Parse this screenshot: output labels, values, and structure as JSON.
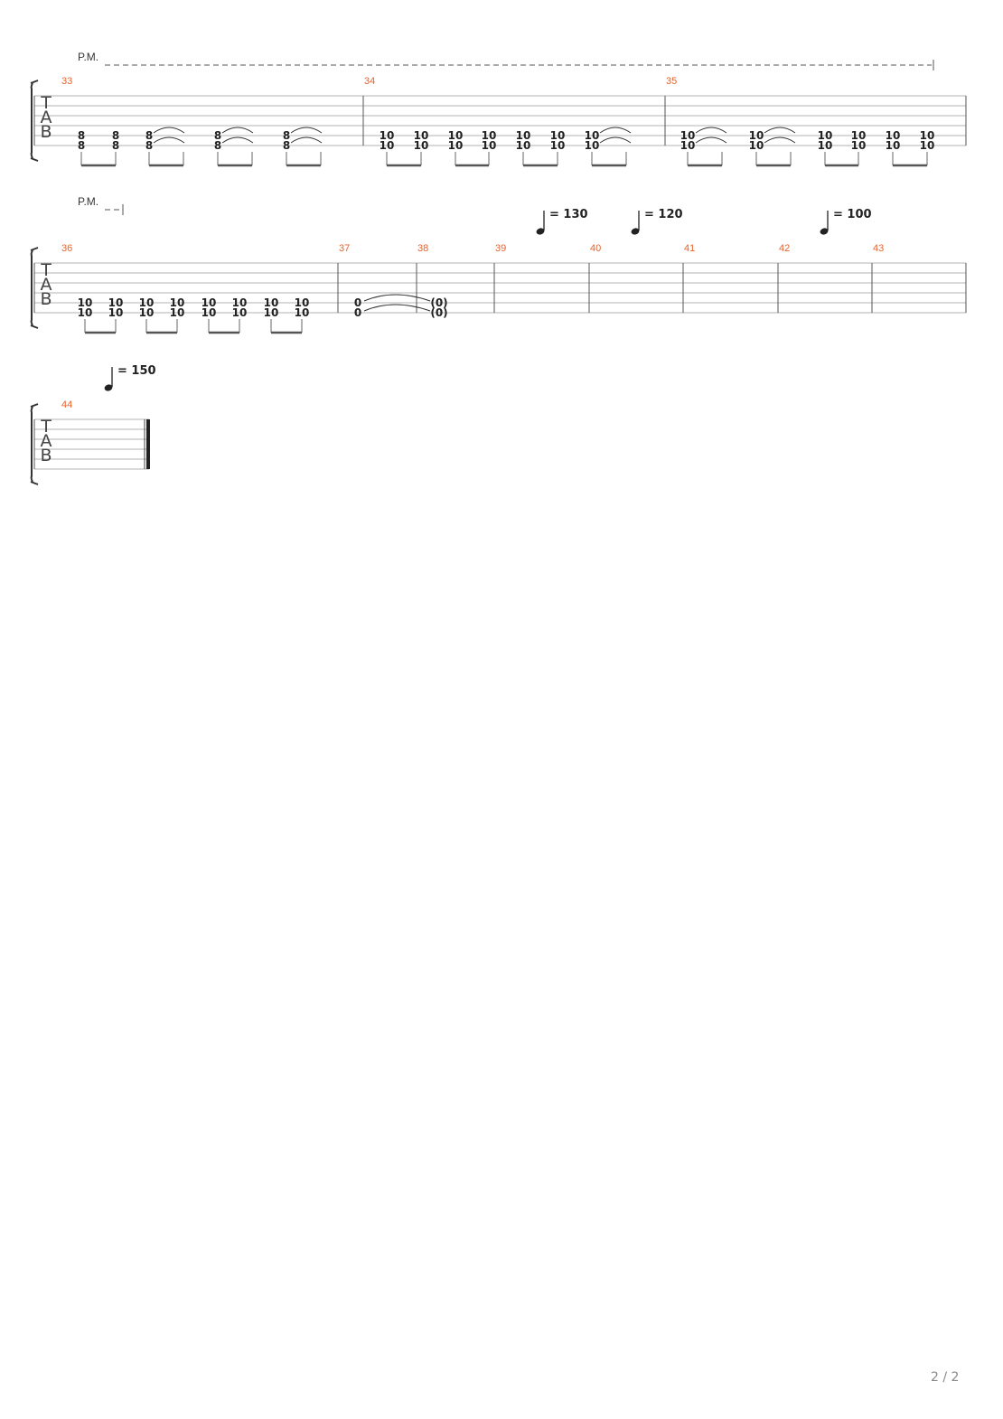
{
  "page": {
    "number_label": "2 / 2"
  },
  "colors": {
    "measure_number": "#e8622c",
    "line": "#9a9a9a",
    "ink": "#222222"
  },
  "tab_clef": [
    "T",
    "A",
    "B"
  ],
  "pm_label": "P.M.",
  "systems": [
    {
      "pm": true,
      "tempos": [],
      "measures": [
        {
          "number": "33",
          "notes": [
            {
              "upper": "8",
              "lower": "8",
              "tie": false
            },
            {
              "upper": "8",
              "lower": "8",
              "tie": false
            },
            {
              "upper": "8",
              "lower": "8",
              "tie": true
            },
            {
              "upper": "8",
              "lower": "8",
              "tie": true
            },
            {
              "upper": "8",
              "lower": "8",
              "tie": true
            }
          ]
        },
        {
          "number": "34",
          "notes": [
            {
              "upper": "10",
              "lower": "10",
              "tie": false
            },
            {
              "upper": "10",
              "lower": "10",
              "tie": false
            },
            {
              "upper": "10",
              "lower": "10",
              "tie": false
            },
            {
              "upper": "10",
              "lower": "10",
              "tie": false
            },
            {
              "upper": "10",
              "lower": "10",
              "tie": false
            },
            {
              "upper": "10",
              "lower": "10",
              "tie": false
            },
            {
              "upper": "10",
              "lower": "10",
              "tie": true
            }
          ]
        },
        {
          "number": "35",
          "notes": [
            {
              "upper": "10",
              "lower": "10",
              "tie": true
            },
            {
              "upper": "10",
              "lower": "10",
              "tie": true
            },
            {
              "upper": "10",
              "lower": "10",
              "tie": false
            },
            {
              "upper": "10",
              "lower": "10",
              "tie": false
            },
            {
              "upper": "10",
              "lower": "10",
              "tie": false
            },
            {
              "upper": "10",
              "lower": "10",
              "tie": false
            }
          ]
        }
      ]
    },
    {
      "pm": true,
      "tempos": [
        {
          "value": "= 130",
          "measure_index": 3
        },
        {
          "value": "= 120",
          "measure_index": 4
        },
        {
          "value": "= 100",
          "measure_index": 6
        }
      ],
      "measures": [
        {
          "number": "36",
          "notes": [
            {
              "upper": "10",
              "lower": "10",
              "tie": false
            },
            {
              "upper": "10",
              "lower": "10",
              "tie": false
            },
            {
              "upper": "10",
              "lower": "10",
              "tie": false
            },
            {
              "upper": "10",
              "lower": "10",
              "tie": false
            },
            {
              "upper": "10",
              "lower": "10",
              "tie": false
            },
            {
              "upper": "10",
              "lower": "10",
              "tie": false
            },
            {
              "upper": "10",
              "lower": "10",
              "tie": false
            },
            {
              "upper": "10",
              "lower": "10",
              "tie": false
            }
          ]
        },
        {
          "number": "37",
          "notes": [
            {
              "upper": "0",
              "lower": "0",
              "tie": "long"
            }
          ]
        },
        {
          "number": "38",
          "notes": [
            {
              "upper": "(0)",
              "lower": "(0)",
              "tie": false
            }
          ]
        },
        {
          "number": "39",
          "notes": []
        },
        {
          "number": "40",
          "notes": []
        },
        {
          "number": "41",
          "notes": []
        },
        {
          "number": "42",
          "notes": []
        },
        {
          "number": "43",
          "notes": []
        }
      ]
    },
    {
      "pm": false,
      "tempos": [
        {
          "value": "= 150",
          "measure_index": 0
        }
      ],
      "measures": [
        {
          "number": "44",
          "notes": []
        }
      ]
    }
  ]
}
